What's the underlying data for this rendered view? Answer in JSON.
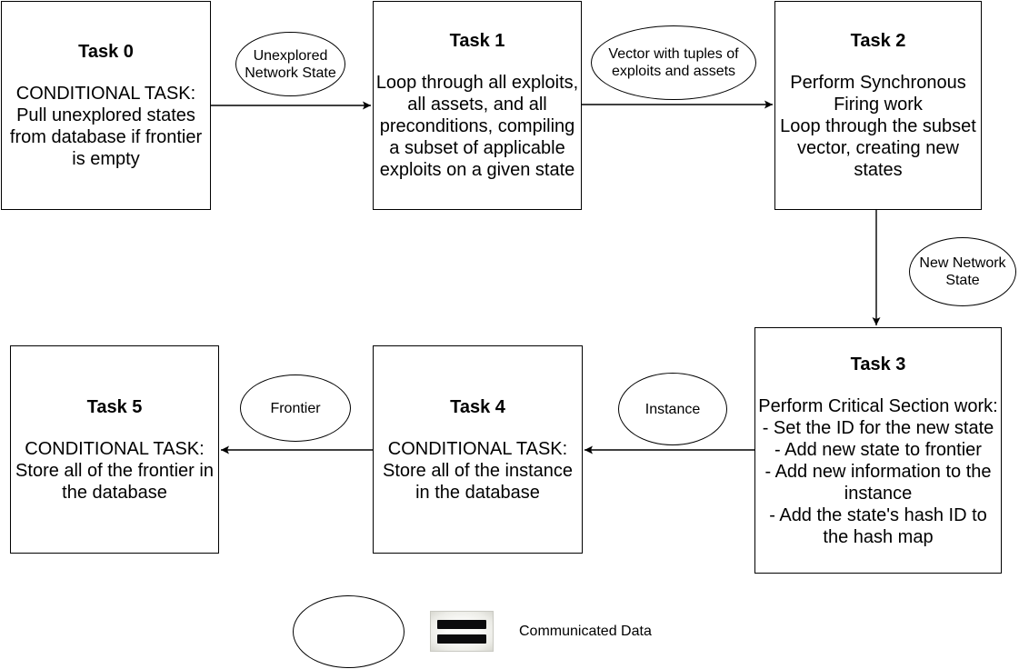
{
  "diagram": {
    "tasks": [
      {
        "title": "Task 0",
        "body": "CONDITIONAL TASK:\nPull unexplored states\nfrom database if frontier\nis empty"
      },
      {
        "title": "Task 1",
        "body": "Loop through all exploits,\nall assets, and all\npreconditions, compiling\na subset of applicable\nexploits on a given state"
      },
      {
        "title": "Task 2",
        "body": "Perform Synchronous\nFiring work\nLoop through the subset\nvector, creating new\nstates"
      },
      {
        "title": "Task 3",
        "body": "Perform Critical Section work:\n- Set the ID for the new state\n- Add new state to frontier\n- Add new information to the\ninstance\n- Add the state's hash ID to\nthe hash map"
      },
      {
        "title": "Task 4",
        "body": "CONDITIONAL TASK:\nStore all of the instance\nin the database"
      },
      {
        "title": "Task 5",
        "body": "CONDITIONAL TASK:\nStore all of the frontier in\nthe database"
      }
    ],
    "data_labels": [
      {
        "label": "Unexplored\nNetwork State"
      },
      {
        "label": "Vector with tuples of\nexploits and assets"
      },
      {
        "label": "New Network\nState"
      },
      {
        "label": "Instance"
      },
      {
        "label": "Frontier"
      }
    ],
    "legend": {
      "label": "Communicated Data"
    },
    "colors": {
      "stroke": "#000000",
      "background": "#ffffff",
      "text": "#000000"
    }
  }
}
